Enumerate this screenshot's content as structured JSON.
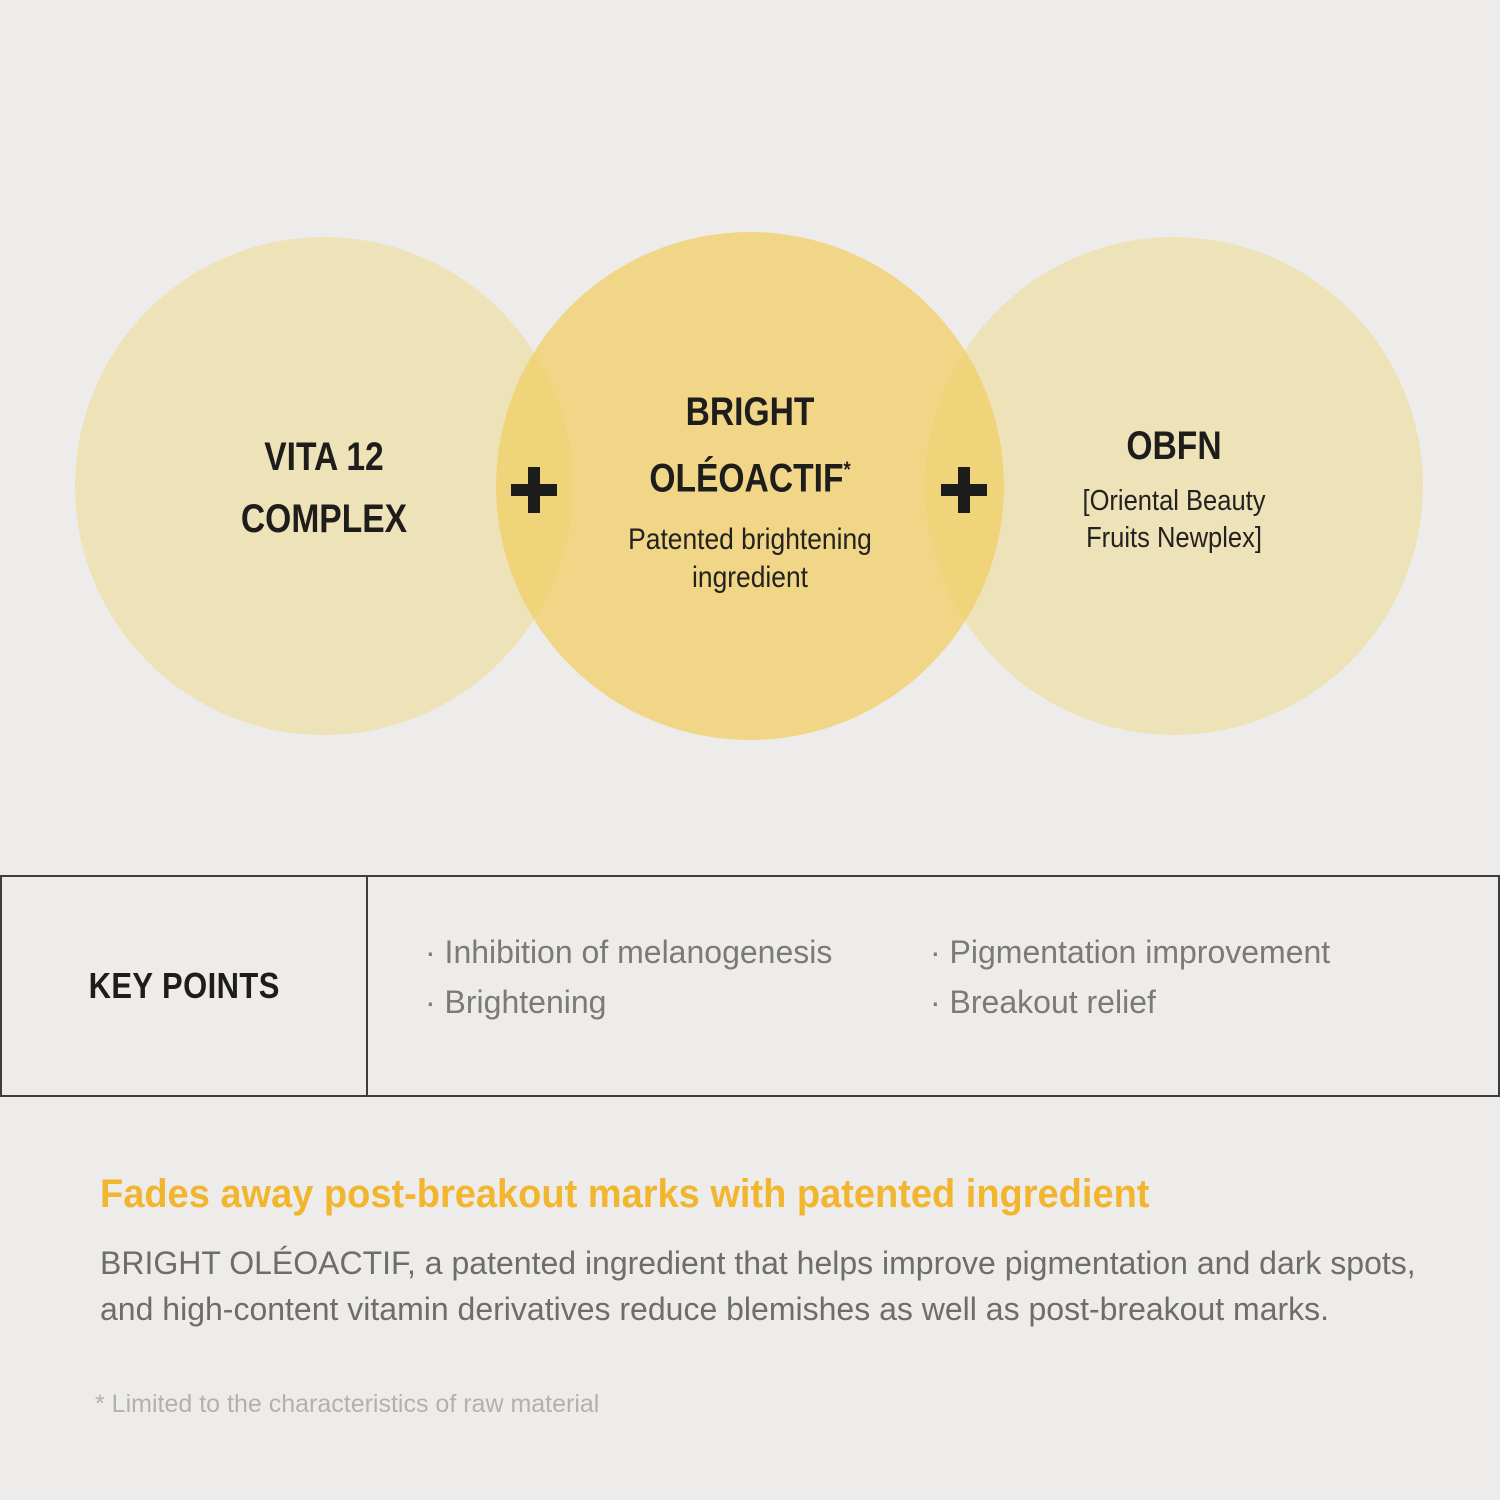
{
  "background_color": "#edecea",
  "diagram": {
    "plus": "+",
    "colors": {
      "side_circle": "#eee2b8",
      "center_circle": "rgba(241,207,105,0.78)",
      "plus_icon": "#1c1c1a",
      "title_text": "#1e1d1b"
    },
    "circles": [
      {
        "title_line1": "VITA 12",
        "title_line2": "COMPLEX"
      },
      {
        "title_line1": "BRIGHT",
        "title_line2": "OLÉOACTIF",
        "title_asterisk": "*",
        "subtitle_line1": "Patented brightening",
        "subtitle_line2": "ingredient"
      },
      {
        "title_line1": "OBFN",
        "subtitle_line1": "[Oriental Beauty",
        "subtitle_line2": "Fruits Newplex]"
      }
    ]
  },
  "key_points": {
    "label": "KEY POINTS",
    "bullet": "·",
    "column1": [
      "Inhibition of melanogenesis",
      "Brightening"
    ],
    "column2": [
      "Pigmentation improvement",
      "Breakout relief"
    ],
    "border_color": "#3e3d3b",
    "text_color": "#7b7a78"
  },
  "description": {
    "heading": "Fades away post-breakout marks with patented ingredient",
    "heading_color": "#f2b52e",
    "body_line1": "BRIGHT OLÉOACTIF, a patented ingredient that helps improve pigmentation and dark spots,",
    "body_line2": "and high-content vitamin derivatives reduce blemishes as well as post-breakout marks.",
    "footnote": "* Limited to the characteristics of raw material"
  }
}
